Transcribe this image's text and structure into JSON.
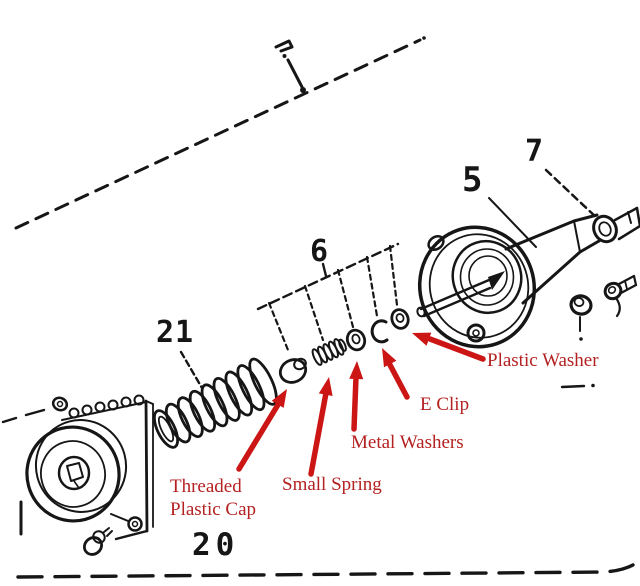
{
  "colors": {
    "annotation_text": "#b42121",
    "annotation_arrow": "#cc1515",
    "line_art": "#161616",
    "background": "#ffffff"
  },
  "part_numbers": {
    "boot": "21",
    "housing": "20",
    "flange": "5",
    "small_parts_group": "6",
    "cable_adjuster": "7"
  },
  "annotations": {
    "threaded_plastic_cap": {
      "line1": "Threaded",
      "line2": "Plastic Cap"
    },
    "small_spring": "Small Spring",
    "metal_washers": "Metal Washers",
    "e_clip": "E Clip",
    "plastic_washer": "Plastic Washer"
  }
}
